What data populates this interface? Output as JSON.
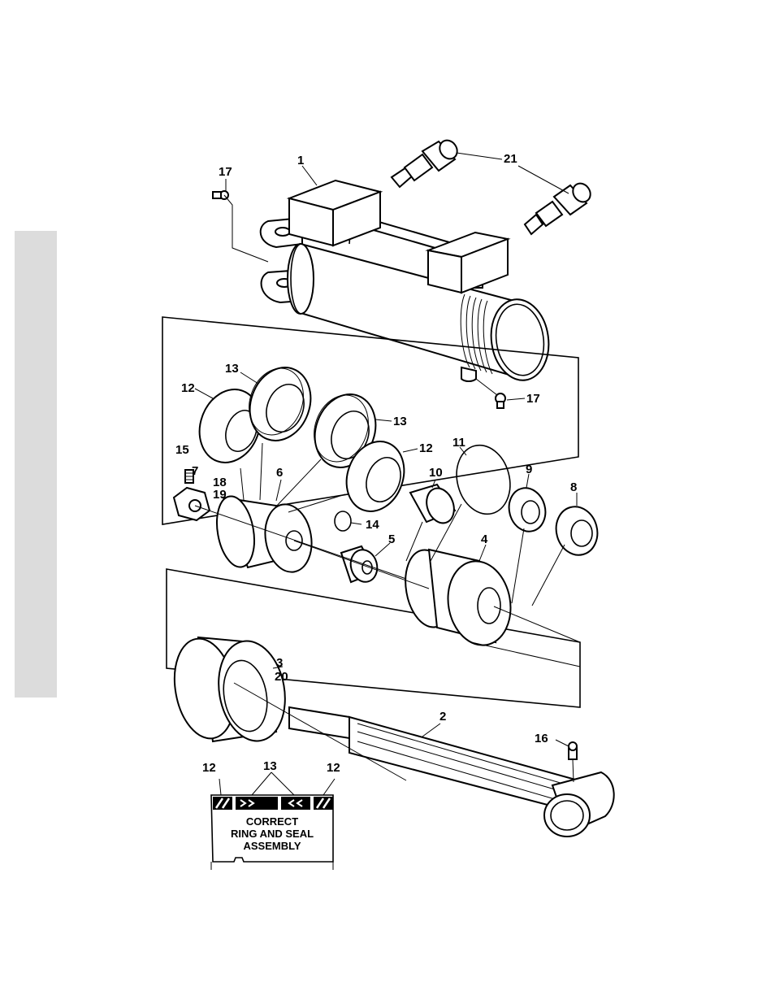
{
  "side_tab": {
    "color": "#dcdcdc"
  },
  "callouts": {
    "c1": "1",
    "c2": "2",
    "c3": "3",
    "c4": "4",
    "c5": "5",
    "c6": "6",
    "c7": "7",
    "c8": "8",
    "c9": "9",
    "c10": "10",
    "c11": "11",
    "c12a": "12",
    "c12b": "12",
    "c12c": "12",
    "c12d": "12",
    "c13a": "13",
    "c13b": "13",
    "c13c": "13",
    "c14": "14",
    "c15": "15",
    "c16": "16",
    "c17a": "17",
    "c17b": "17",
    "c18": "18",
    "c19": "19",
    "c20": "20",
    "c21": "21"
  },
  "inset": {
    "line1": "CORRECT",
    "line2": "RING AND SEAL",
    "line3": "ASSEMBLY"
  }
}
